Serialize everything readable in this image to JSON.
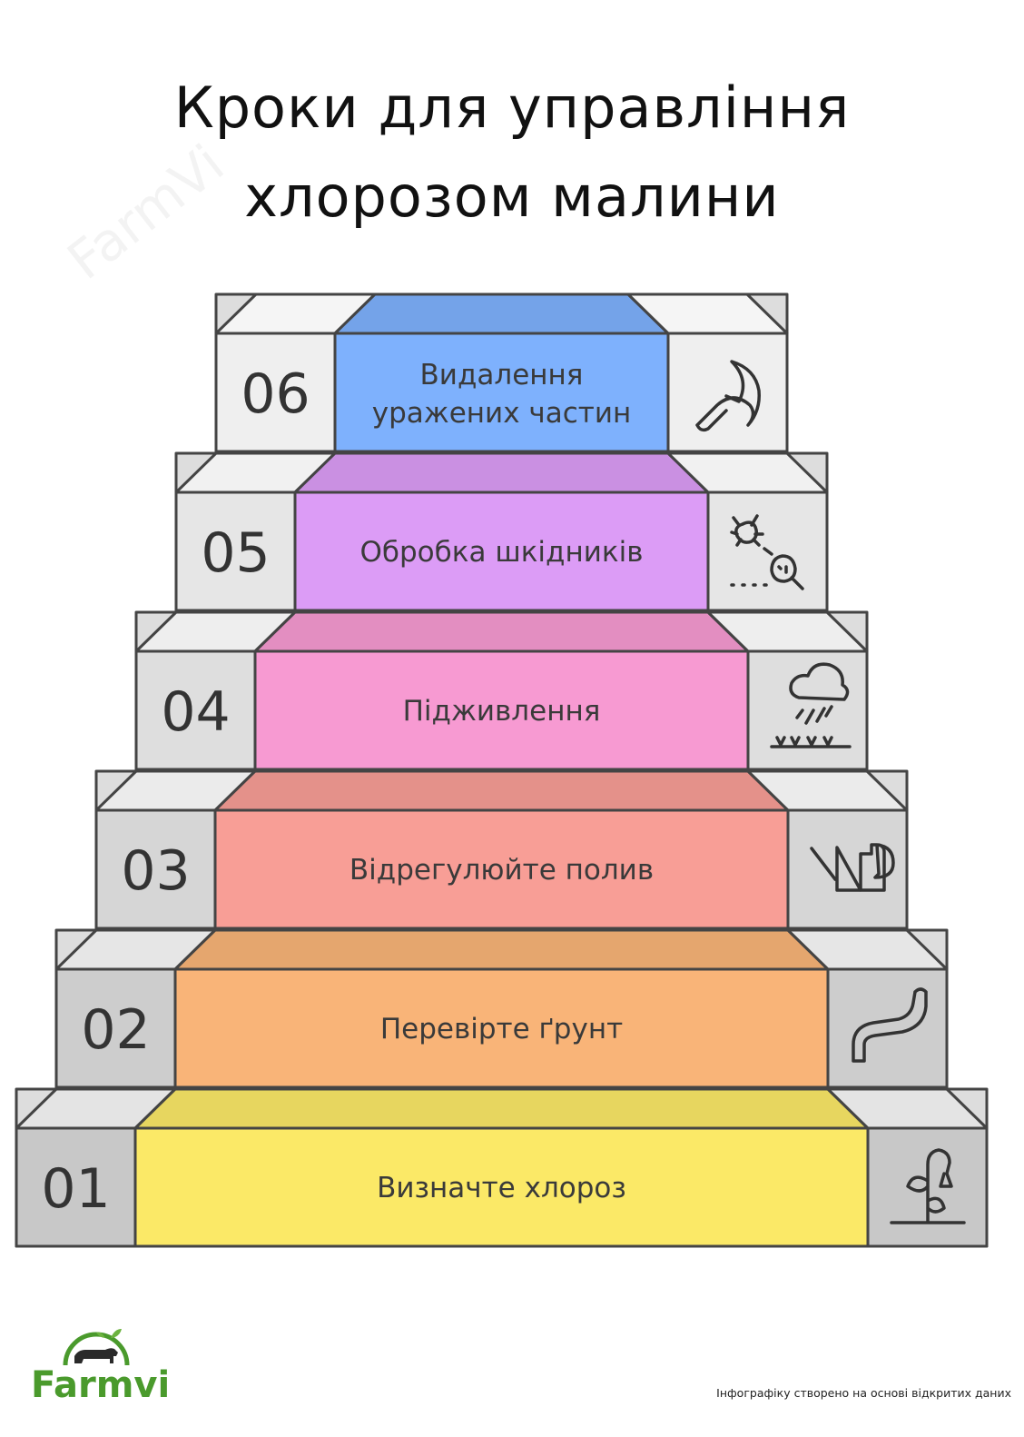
{
  "title": {
    "line1": "Кроки для управління",
    "line2": "хлорозом малини"
  },
  "steps": [
    {
      "num": "01",
      "lines": [
        "Визначте хлороз"
      ],
      "color": "#fbe967",
      "icon": "wilting-plant-icon"
    },
    {
      "num": "02",
      "lines": [
        "Перевірте ґрунт"
      ],
      "color": "#f9b478",
      "icon": "earthworm-icon"
    },
    {
      "num": "03",
      "lines": [
        "Відрегулюйте полив"
      ],
      "color": "#f89e96",
      "icon": "watering-can-icon"
    },
    {
      "num": "04",
      "lines": [
        "Підживлення"
      ],
      "color": "#f79ad2",
      "icon": "rain-cloud-seedlings-icon"
    },
    {
      "num": "05",
      "lines": [
        "Обробка шкідників"
      ],
      "color": "#dc9cf6",
      "icon": "bug-magnifier-icon"
    },
    {
      "num": "06",
      "lines": [
        "Видалення",
        "уражених частин"
      ],
      "color": "#7eb1fd",
      "icon": "sickle-icon"
    }
  ],
  "watermark": "FarmVi",
  "logo": {
    "text": "Farmvi"
  },
  "footer_note": "Інфографіку створено на основі відкритих даних"
}
